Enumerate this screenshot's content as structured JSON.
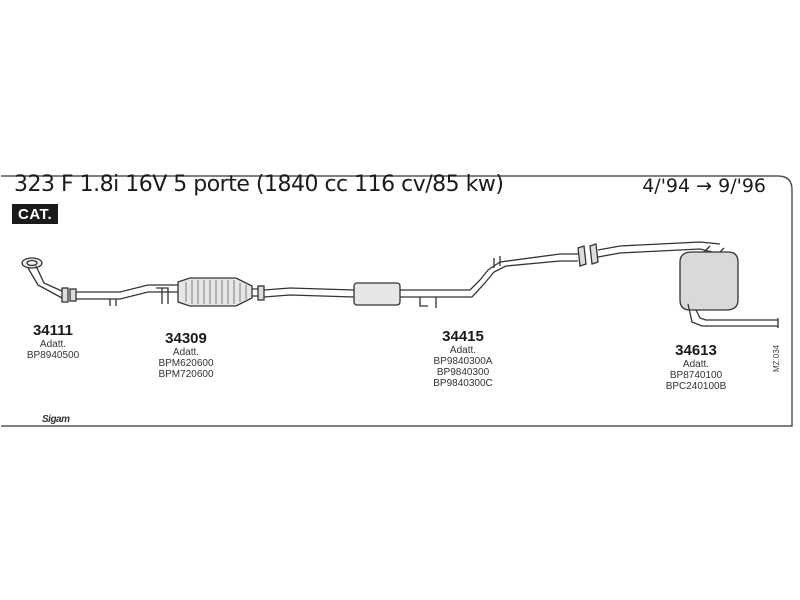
{
  "header": {
    "title": "323 F 1.8i 16V 5 porte (1840 cc 116 cv/85 kw)",
    "period": "4/'94 → 9/'96",
    "badge": "CAT."
  },
  "parts": [
    {
      "code": "34111",
      "label": "Adatt.",
      "refs": [
        "BP8940500"
      ]
    },
    {
      "code": "34309",
      "label": "Adatt.",
      "refs": [
        "BPM620600",
        "BPM720600"
      ]
    },
    {
      "code": "34415",
      "label": "Adatt.",
      "refs": [
        "BP9840300A",
        "BP9840300",
        "BP9840300C"
      ]
    },
    {
      "code": "34613",
      "label": "Adatt.",
      "refs": [
        "BP8740100",
        "BPC240100B"
      ]
    }
  ],
  "diagram_code": "MZ 034",
  "brand": "Sigam"
}
